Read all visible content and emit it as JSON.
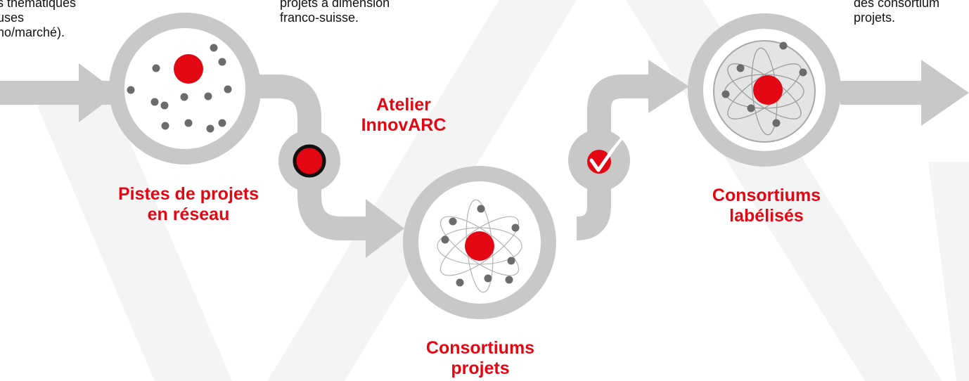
{
  "texts": {
    "step1_desc": "s thématiques\nuses\nno/marché).",
    "step2_desc": "projets à dimension\nfranco-suisse.",
    "step3_desc": "des consortium\nprojets."
  },
  "labels": {
    "workshop": "Atelier\nInnovARC",
    "pistes": "Pistes de projets\nen réseau",
    "consortiums_projets": "Consortiums\nprojets",
    "consortiums_labelises": "Consortiums\nlabélisés"
  },
  "colors": {
    "accent": "#e30613",
    "track": "#c8c8c8",
    "dot": "#6b6b6b",
    "watermark": "#f4f4f4",
    "text": "#111111"
  },
  "icons": {
    "workshop": "red-dot-ring-icon",
    "validation": "check-badge-icon"
  }
}
